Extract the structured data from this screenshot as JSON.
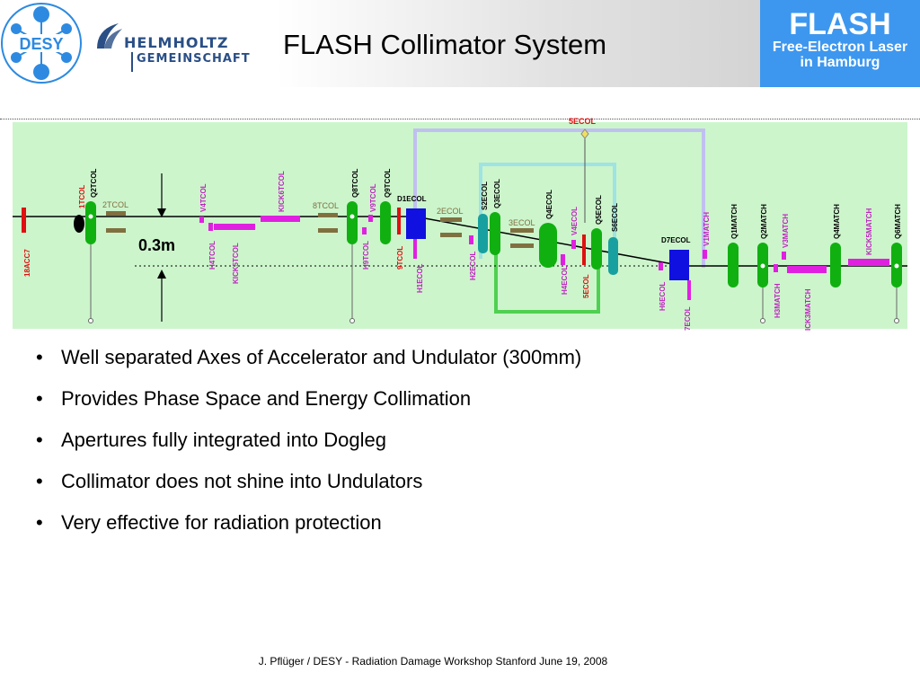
{
  "header": {
    "desy_logo_text": "DESY",
    "helmholtz_line1": "HELMHOLTZ",
    "helmholtz_line2": "GEMEINSCHAFT",
    "title": "FLASH Collimator System",
    "flash_word": "FLASH",
    "flash_sub1": "Free-Electron Laser",
    "flash_sub2": "in Hamburg"
  },
  "diagram": {
    "colors": {
      "background": "#ccf5cc",
      "quad": "#10b010",
      "dipole": "#1010e0",
      "kicker": "#e020e0",
      "collimator": "#807040",
      "red": "#e01010",
      "cyan_bypass": "#9fe3e3",
      "lilac_bypass": "#c0c0f0",
      "green_bypass": "#50d050",
      "teal_quad": "#18a0a0"
    },
    "scale_label": "0.3m",
    "labels": {
      "acc7": "18ACC7",
      "tcol1": "1TCOL",
      "q2tcol": "Q2TCOL",
      "tcol2": "2TCOL",
      "h4tcol": "H4TCOL",
      "v4tcol": "V4TCOL",
      "kick5": "KICK5TCOL",
      "kick6": "KICK6TCOL",
      "tcol8": "8TCOL",
      "q8tcol": "Q8TCOL",
      "h9tcol": "H9TCOL",
      "v9tcol": "V9TCOL",
      "q9tcol": "Q9TCOL",
      "tcol9": "9TCOL",
      "d1ecol": "D1ECOL",
      "h1ecol": "H1ECOL",
      "ecol2": "2ECOL",
      "h2ecol": "H2ECOL",
      "s2ecol": "S2ECOL",
      "q3ecol": "Q3ECOL",
      "ecol3": "3ECOL",
      "q4ecol": "Q4ECOL",
      "h4ecol": "H4ECOL",
      "v4ecol": "V4ECOL",
      "ecol5_top": "5ECOL",
      "ecol5": "5ECOL",
      "q5ecol": "Q5ECOL",
      "s6ecol": "S6ECOL",
      "h6ecol": "H6ECOL",
      "d7ecol": "D7ECOL",
      "ecol7": "7ECOL",
      "v1match": "V1MATCH",
      "q1match": "Q1MATCH",
      "q2match": "Q2MATCH",
      "h3match": "H3MATCH",
      "v3match": "V3MATCH",
      "kick3match": "ICK3MATCH",
      "q4match": "Q4MATCH",
      "kick5match": "KICK5MATCH",
      "q6match": "Q6MATCH"
    }
  },
  "bullets": [
    "Well separated Axes of  Accelerator and Undulator (300mm)",
    "Provides Phase Space and Energy Collimation",
    "Apertures fully integrated into Dogleg",
    "Collimator does not shine into Undulators",
    "Very effective for radiation protection"
  ],
  "bullet_symbol": "•",
  "footer": "J. Pflüger / DESY  - Radiation Damage Workshop Stanford June 19, 2008"
}
